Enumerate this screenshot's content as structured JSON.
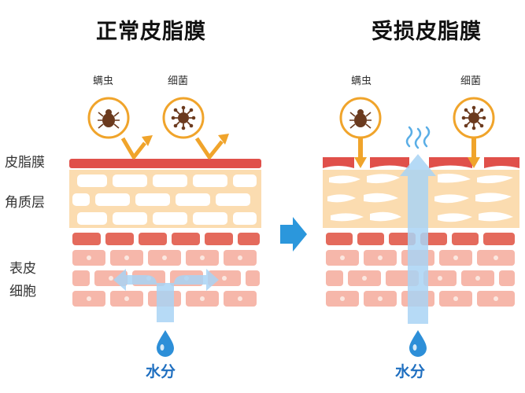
{
  "panels": {
    "normal": {
      "title": "正常皮脂膜"
    },
    "damaged": {
      "title": "受损皮脂膜"
    }
  },
  "labels": {
    "sebum_film": "皮脂膜",
    "stratum_corneum": "角质层",
    "epidermal_cells_line1": "表皮",
    "epidermal_cells_line2": "细胞",
    "mites": "螨虫",
    "bacteria": "细菌",
    "water": "水分"
  },
  "colors": {
    "sebum": "#e0504a",
    "corneum_bg": "#fbdcb0",
    "corneum_brick": "#ffffff",
    "epidermis_dark": "#e46a5c",
    "epidermis_light": "#f6b7aa",
    "arrow_orange": "#f0a42b",
    "water_blue": "#2d8fd8",
    "flow_blue": "#a9d4f5",
    "transition_arrow": "#2b97dc"
  }
}
